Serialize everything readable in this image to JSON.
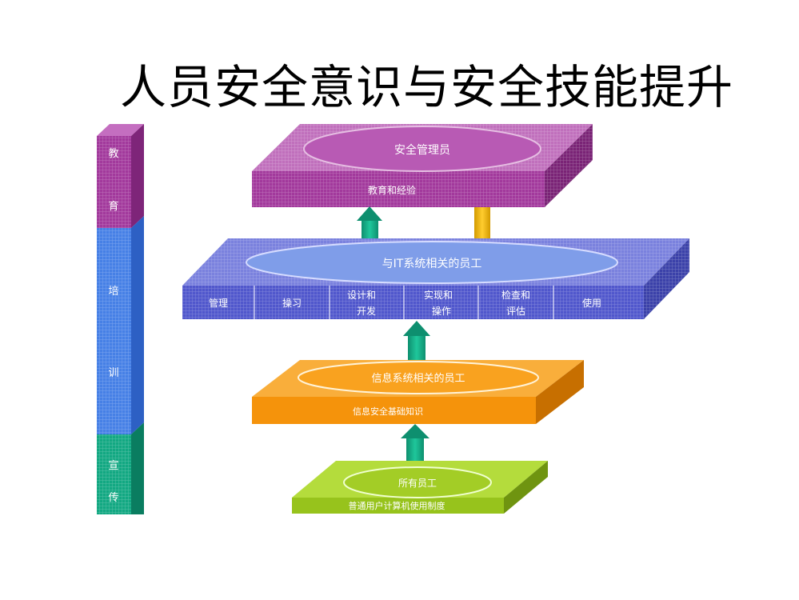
{
  "title": "人员安全意识与安全技能提升",
  "column": {
    "education": [
      "教",
      "育"
    ],
    "training": [
      "培",
      "训"
    ],
    "publicity": [
      "宣",
      "传"
    ]
  },
  "layers": {
    "top": {
      "header": "安全管理员",
      "subtitle": "教育和经验",
      "color": "#a2399c"
    },
    "it": {
      "header": "与IT系统相关的员工",
      "cells": [
        [
          "管理"
        ],
        [
          "操习"
        ],
        [
          "设计和",
          "开发"
        ],
        [
          "实现和",
          "操作"
        ],
        [
          "检查和",
          "评估"
        ],
        [
          "使用"
        ]
      ],
      "color": "#5057cc"
    },
    "info": {
      "header": "信息系统相关的员工",
      "subtitle": "信息安全基础知识",
      "color": "#f5930b"
    },
    "all": {
      "header": "所有员工",
      "subtitle": "普通用户计算机使用制度",
      "color": "#97c31c"
    }
  }
}
